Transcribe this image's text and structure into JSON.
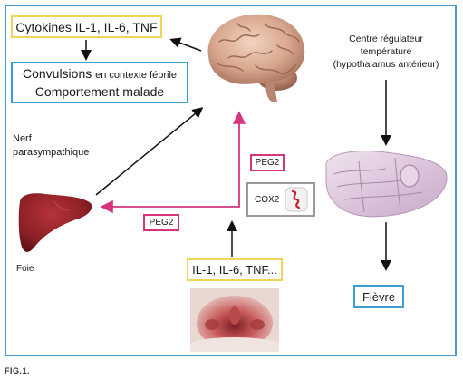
{
  "cytokines_top": "Cytokines IL-1, IL-6, TNF",
  "convulsions_line1": "Convulsions",
  "convulsions_context": "en contexte fébrile",
  "convulsions_line2": "Comportement malade",
  "centre_line1": "Centre régulateur",
  "centre_line2": "température",
  "centre_line3": "(hypothalamus antérieur)",
  "nerf_line1": "Nerf",
  "nerf_line2": "parasympathique",
  "foie": "Foie",
  "peg2_upper": "PEG2",
  "peg2_lower": "PEG2",
  "cox2": "COX2",
  "cytokines_bottom": "IL-1, IL-6, TNF...",
  "fievre": "Fièvre",
  "caption": "FIG.1.",
  "colors": {
    "frame": "#4a9ad0",
    "yellow": "#f1d35a",
    "blue": "#3a9fd0",
    "pink": "#d6357c"
  },
  "icons": [
    "brain-image",
    "liver-image",
    "hypothalamus-image",
    "throat-image",
    "cox2-icon"
  ]
}
